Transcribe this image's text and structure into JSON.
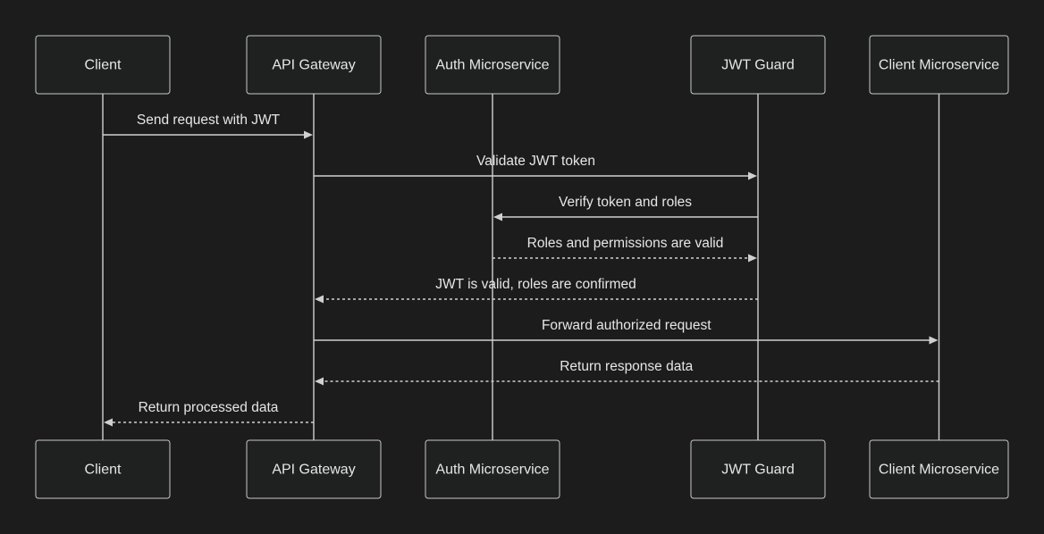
{
  "actors": [
    {
      "id": "client",
      "label": "Client"
    },
    {
      "id": "gateway",
      "label": "API Gateway"
    },
    {
      "id": "auth",
      "label": "Auth Microservice"
    },
    {
      "id": "guard",
      "label": "JWT Guard"
    },
    {
      "id": "clientms",
      "label": "Client Microservice"
    }
  ],
  "messages": [
    {
      "from": "client",
      "to": "gateway",
      "label": "Send request with JWT",
      "style": "solid"
    },
    {
      "from": "gateway",
      "to": "guard",
      "label": "Validate JWT token",
      "style": "solid"
    },
    {
      "from": "guard",
      "to": "auth",
      "label": "Verify token and roles",
      "style": "solid"
    },
    {
      "from": "auth",
      "to": "guard",
      "label": "Roles and permissions are valid",
      "style": "dotted"
    },
    {
      "from": "guard",
      "to": "gateway",
      "label": "JWT is valid, roles are confirmed",
      "style": "dotted"
    },
    {
      "from": "gateway",
      "to": "clientms",
      "label": "Forward authorized request",
      "style": "solid"
    },
    {
      "from": "clientms",
      "to": "gateway",
      "label": "Return response data",
      "style": "dotted"
    },
    {
      "from": "gateway",
      "to": "client",
      "label": "Return processed data",
      "style": "dotted"
    }
  ],
  "colors": {
    "background": "#1c1c1c",
    "box_fill": "#1f2020",
    "line": "#d0d0d0",
    "text": "#e6e6e6"
  }
}
